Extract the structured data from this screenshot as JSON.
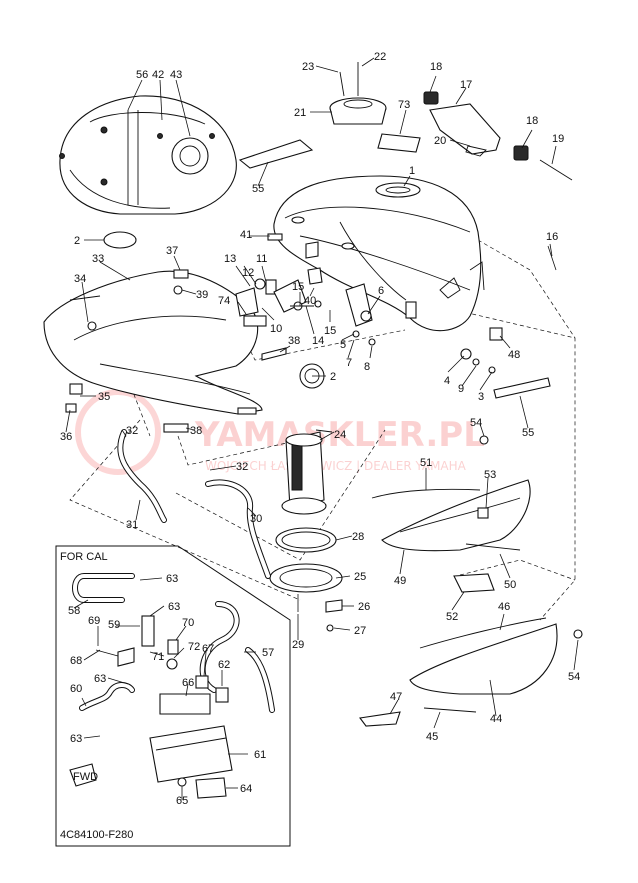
{
  "diagram": {
    "code": "4C84100-F280",
    "inset_label": "FOR CAL",
    "fwd_label": "FWD",
    "watermark": {
      "brand": "YAMASKLER.PL",
      "tagline": "WOJCIECH ŁASZKIEWICZ | DEALER YAMAHA"
    },
    "callouts": [
      "1",
      "2",
      "2",
      "3",
      "4",
      "5",
      "6",
      "7",
      "8",
      "9",
      "10",
      "11",
      "12",
      "13",
      "14",
      "15",
      "15",
      "16",
      "17",
      "18",
      "18",
      "19",
      "20",
      "21",
      "22",
      "23",
      "24",
      "25",
      "26",
      "27",
      "28",
      "29",
      "30",
      "31",
      "32",
      "32",
      "33",
      "34",
      "35",
      "36",
      "37",
      "38",
      "38",
      "39",
      "40",
      "41",
      "42",
      "43",
      "44",
      "45",
      "46",
      "47",
      "48",
      "49",
      "50",
      "51",
      "52",
      "53",
      "54",
      "54",
      "55",
      "55",
      "56",
      "57",
      "58",
      "59",
      "60",
      "61",
      "62",
      "63",
      "63",
      "63",
      "63",
      "64",
      "65",
      "66",
      "67",
      "68",
      "69",
      "70",
      "71",
      "72",
      "73",
      "74"
    ]
  }
}
